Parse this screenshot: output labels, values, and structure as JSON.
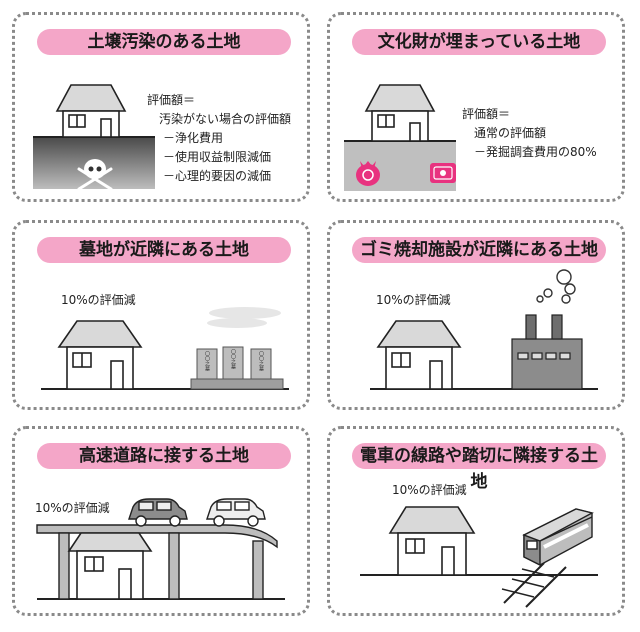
{
  "panels": [
    {
      "title": "土壌汚染のある土地",
      "lines": [
        "評価額＝",
        "汚染がない場合の評価額",
        "－浄化費用",
        "－使用収益制限減価",
        "－心理的要因の減価"
      ]
    },
    {
      "title": "文化財が埋まっている土地",
      "lines": [
        "評価額＝",
        "通常の評価額",
        "－発掘調査費用の80%"
      ]
    },
    {
      "title": "墓地が近隣にある土地",
      "note": "10%の評価減",
      "grave_text": "〇〇之墓"
    },
    {
      "title": "ゴミ焼却施設が近隣にある土地",
      "note": "10%の評価減"
    },
    {
      "title": "高速道路に接する土地",
      "note": "10%の評価減"
    },
    {
      "title": "電車の線路や踏切に隣接する土地",
      "note": "10%の評価減"
    }
  ],
  "colors": {
    "title_bg": "#f4a6c8",
    "accent_pink": "#e8327f",
    "border": "#8a8a8a"
  }
}
